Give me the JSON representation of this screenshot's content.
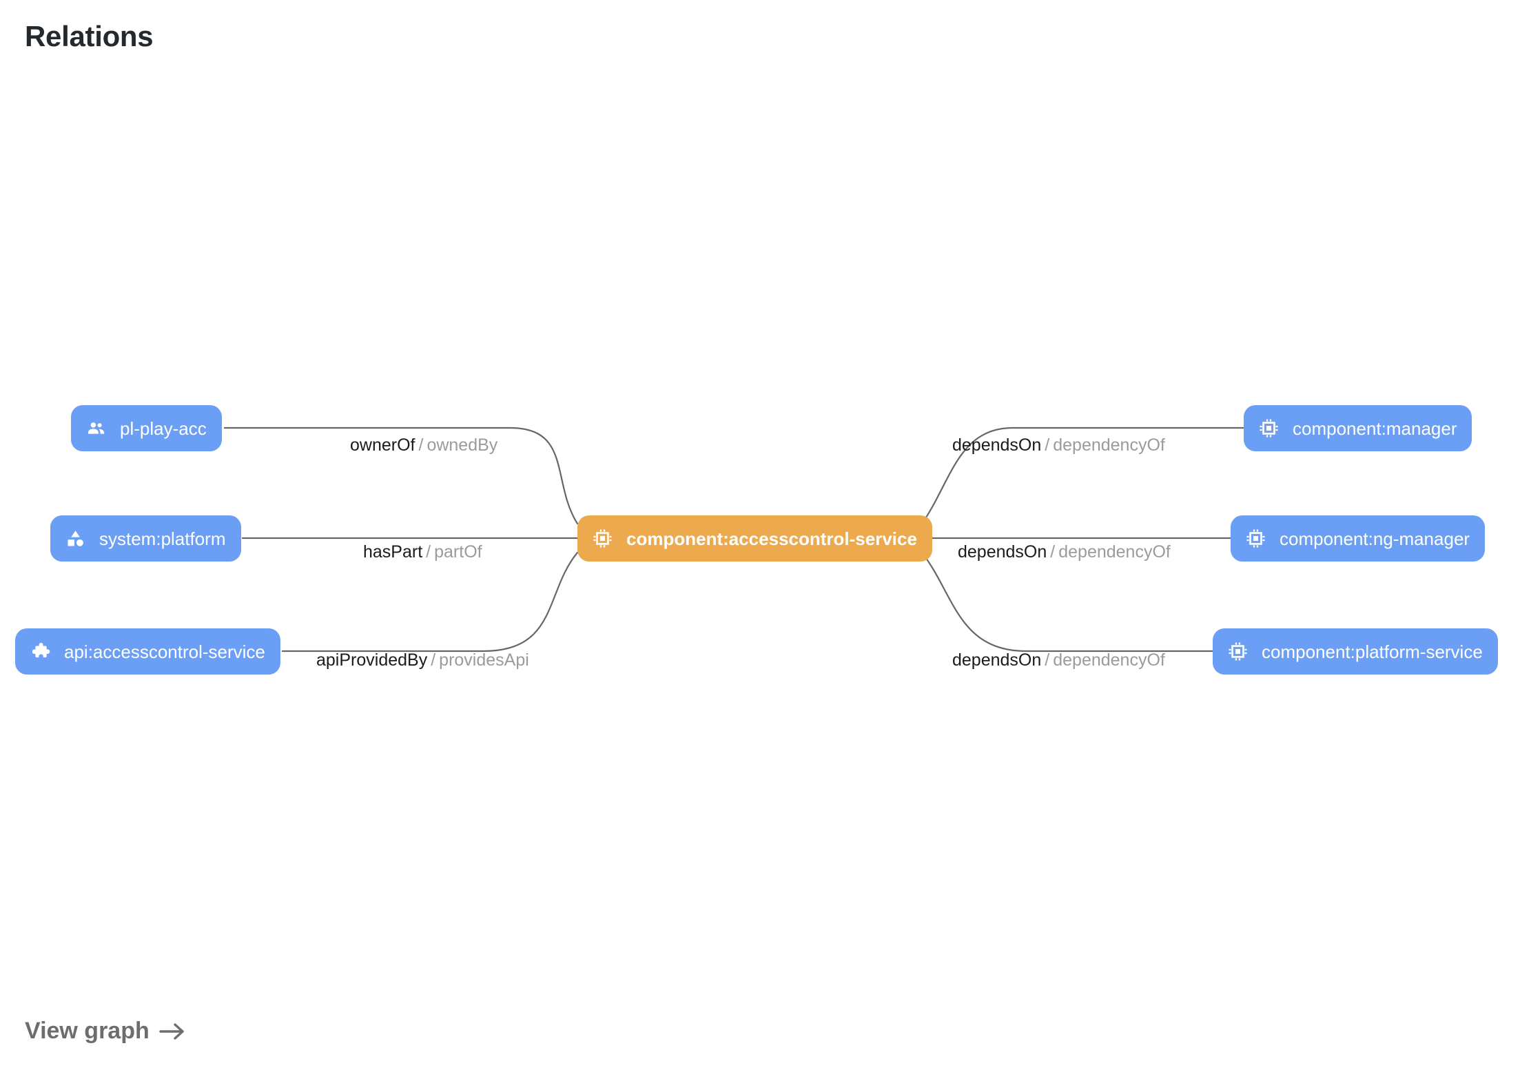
{
  "header": {
    "title": "Relations"
  },
  "footer": {
    "view_graph_label": "View graph",
    "arrow_icon": "arrow-right-icon"
  },
  "colors": {
    "node_default": "#6b9ef5",
    "node_focus": "#eca94d",
    "node_text": "#ffffff",
    "edge_line": "#666666",
    "label_forward": "#1b1b1b",
    "label_reverse": "#9b9b9b",
    "title": "#24292e",
    "footer_link": "#6d6d6d",
    "background": "#ffffff"
  },
  "graph": {
    "focus_node": "component:accesscontrol-service",
    "nodes": [
      {
        "id": "pl-play-acc",
        "label": "pl-play-acc",
        "icon": "people-group-icon",
        "kind": "group",
        "focus": false
      },
      {
        "id": "system:platform",
        "label": "system:platform",
        "icon": "category-shapes-icon",
        "kind": "system",
        "focus": false
      },
      {
        "id": "api:accesscontrol-service",
        "label": "api:accesscontrol-service",
        "icon": "puzzle-piece-icon",
        "kind": "api",
        "focus": false
      },
      {
        "id": "component:accesscontrol-service",
        "label": "component:accesscontrol-service",
        "icon": "cpu-chip-icon",
        "kind": "component",
        "focus": true
      },
      {
        "id": "component:manager",
        "label": "component:manager",
        "icon": "cpu-chip-icon",
        "kind": "component",
        "focus": false
      },
      {
        "id": "component:ng-manager",
        "label": "component:ng-manager",
        "icon": "cpu-chip-icon",
        "kind": "component",
        "focus": false
      },
      {
        "id": "component:platform-service",
        "label": "component:platform-service",
        "icon": "cpu-chip-icon",
        "kind": "component",
        "focus": false
      }
    ],
    "edges": [
      {
        "source": "pl-play-acc",
        "target": "component:accesscontrol-service",
        "forward": "ownerOf",
        "separator": "/",
        "reverse": "ownedBy"
      },
      {
        "source": "system:platform",
        "target": "component:accesscontrol-service",
        "forward": "hasPart",
        "separator": "/",
        "reverse": "partOf"
      },
      {
        "source": "api:accesscontrol-service",
        "target": "component:accesscontrol-service",
        "forward": "apiProvidedBy",
        "separator": "/",
        "reverse": "providesApi"
      },
      {
        "source": "component:accesscontrol-service",
        "target": "component:manager",
        "forward": "dependsOn",
        "separator": "/",
        "reverse": "dependencyOf"
      },
      {
        "source": "component:accesscontrol-service",
        "target": "component:ng-manager",
        "forward": "dependsOn",
        "separator": "/",
        "reverse": "dependencyOf"
      },
      {
        "source": "component:accesscontrol-service",
        "target": "component:platform-service",
        "forward": "dependsOn",
        "separator": "/",
        "reverse": "dependencyOf"
      }
    ]
  }
}
